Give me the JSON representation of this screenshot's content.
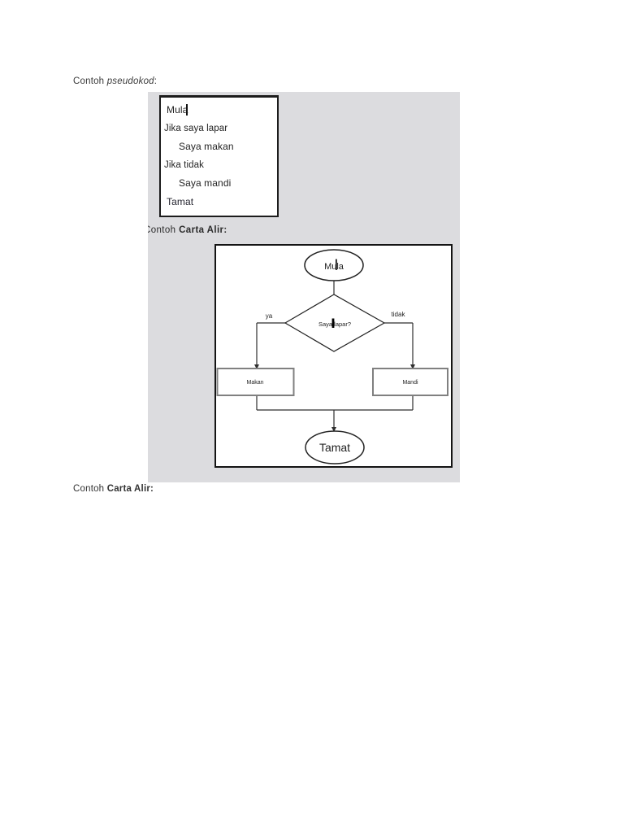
{
  "captions": {
    "pseudocode": {
      "prefix": "Contoh ",
      "term": "pseudokod",
      "suffix": ":"
    },
    "panel": {
      "prefix": "Contoh ",
      "term": "Carta Alir",
      "suffix": ":"
    },
    "bottom": {
      "prefix": "Contoh ",
      "term": "Carta Alir",
      "suffix": ":"
    }
  },
  "pseudocode": {
    "lines": [
      {
        "text": "Mula"
      },
      {
        "text": "Jika saya lapar"
      },
      {
        "text": "Saya makan"
      },
      {
        "text": "Jika tidak"
      },
      {
        "text": "Saya mandi"
      },
      {
        "text": "Tamat"
      }
    ]
  },
  "flowchart": {
    "start_label": "Mula",
    "decision_label": "Saya lapar?",
    "branch_yes": "ya",
    "branch_no": "tidak",
    "process_left": "Makan",
    "process_right": "Mandi",
    "end_label": "Tamat"
  },
  "colors": {
    "panel_background": "#dcdcdf",
    "flow_line": "#2f2f2f",
    "shape_stroke": "#222222",
    "process_stroke": "#808080",
    "text": "#2e2e2e",
    "box_border": "#1c1c1c"
  }
}
